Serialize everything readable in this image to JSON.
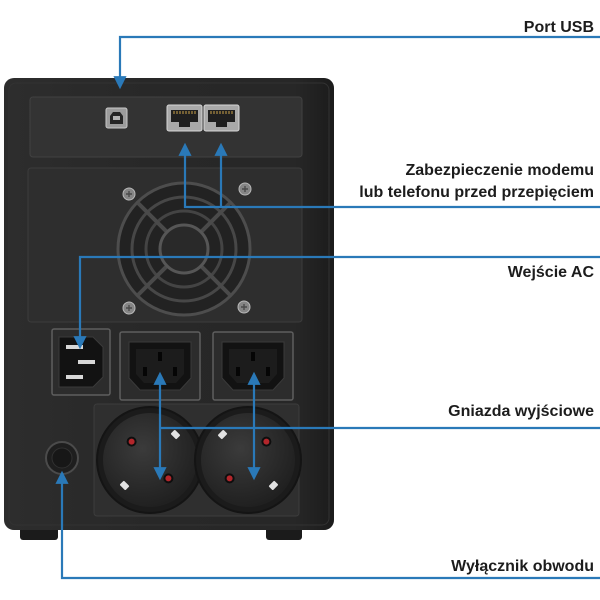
{
  "diagram": {
    "callouts": {
      "usb_port": "Port USB",
      "surge_protection": {
        "line1": "Zabezpieczenie modemu",
        "line2": "lub telefonu przed przepięciem"
      },
      "ac_input": "Wejście AC",
      "output_sockets": "Gniazda wyjściowe",
      "circuit_breaker": "Wyłącznik obwodu"
    },
    "components": {
      "usb_port": "usb-port-icon",
      "modem_ports": "rj-port-icon",
      "fan": "fan-grille-icon",
      "screws": "screw-icon",
      "ac_inlet": "ac-inlet-icon",
      "iec_outlets": "c13-outlet-icon",
      "schuko_sockets": "schuko-socket-icon",
      "circuit_breaker": "breaker-button-icon"
    },
    "colors": {
      "background": "#ffffff",
      "device_body": "#272727",
      "callout": "#2a79b8",
      "label_text": "#1c1c1c"
    }
  }
}
